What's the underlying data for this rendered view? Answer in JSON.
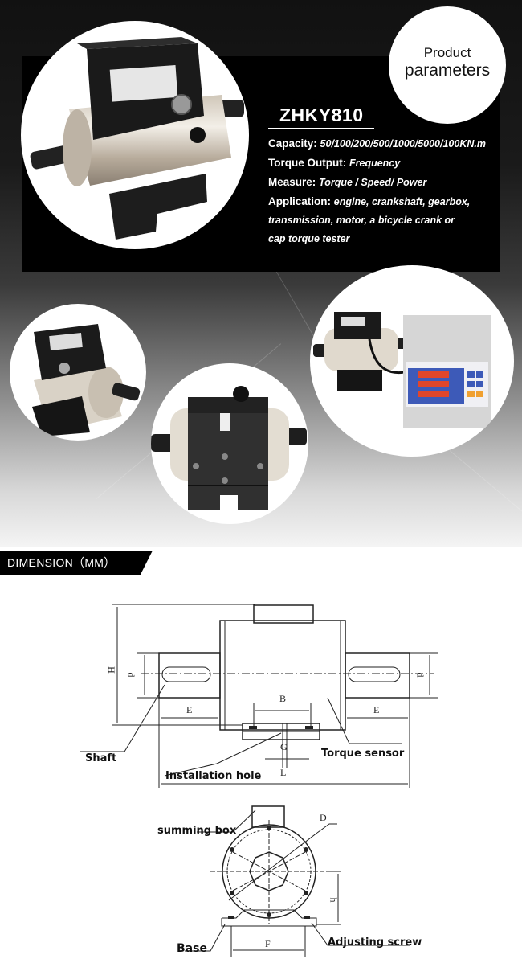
{
  "badge": {
    "line1": "Product",
    "line2": "parameters"
  },
  "product": {
    "model": "ZHKY810",
    "specs": [
      {
        "label": "Capacity:",
        "value": "50/100/200/500/1000/5000/100KN.m"
      },
      {
        "label": "Torque Output:",
        "value": "Frequency"
      },
      {
        "label": "Measure:",
        "value": "Torque / Speed/ Power"
      },
      {
        "label": "Application:",
        "value": "engine, crankshaft, gearbox,"
      }
    ],
    "application_cont": [
      " transmission, motor, a bicycle crank or",
      "cap torque tester"
    ]
  },
  "images": {
    "main": "torque-sensor-photo",
    "left": "torque-sensor-angle-photo",
    "center": "torque-sensor-base-photo",
    "right": "torque-sensor-with-display-photo"
  },
  "dimension": {
    "title": "DIMENSION（MM）",
    "side_view": {
      "labels": {
        "shaft": "Shaft",
        "installation_hole": "Installation hole",
        "torque_sensor": "Torque sensor"
      },
      "dims": {
        "H": "H",
        "d_left": "d",
        "d_right": "d",
        "E_left": "E",
        "E_right": "E",
        "B": "B",
        "G": "G",
        "L": "L"
      }
    },
    "front_view": {
      "labels": {
        "summing_box": "summing box",
        "base": "Base",
        "adjusting_screw": "Adjusting  screw"
      },
      "dims": {
        "D": "D",
        "h": "h",
        "F": "F"
      }
    }
  }
}
